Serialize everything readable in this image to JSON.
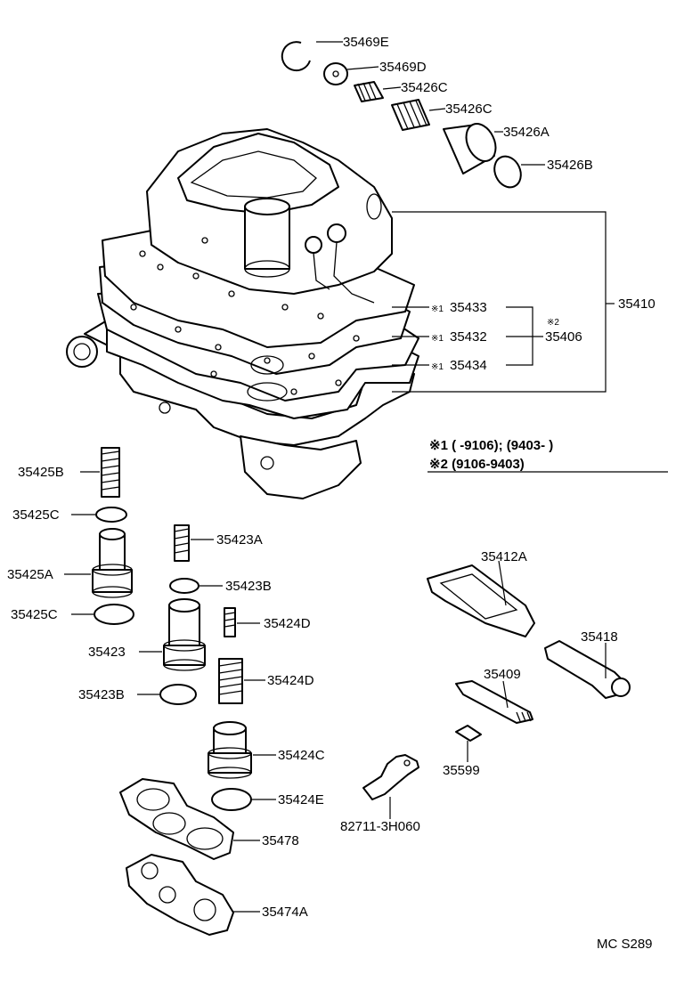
{
  "labels": {
    "p35469E": "35469E",
    "p35469D": "35469D",
    "p35426C_1": "35426C",
    "p35426C_2": "35426C",
    "p35426A": "35426A",
    "p35426B": "35426B",
    "p35410": "35410",
    "p35433": "35433",
    "p35432": "35432",
    "p35434": "35434",
    "p35406": "35406",
    "p35425B": "35425B",
    "p35425C_1": "35425C",
    "p35425A": "35425A",
    "p35425C_2": "35425C",
    "p35423A": "35423A",
    "p35423B_1": "35423B",
    "p35424D_1": "35424D",
    "p35423": "35423",
    "p35424D_2": "35424D",
    "p35423B_2": "35423B",
    "p35424C": "35424C",
    "p35424E": "35424E",
    "p35478": "35478",
    "p35474A": "35474A",
    "p35412A": "35412A",
    "p35418": "35418",
    "p35409": "35409",
    "p35599": "35599",
    "p82711": "82711-3H060"
  },
  "marks": {
    "m1": "※1",
    "m2": "※2"
  },
  "notes": {
    "note1": "※1 (        -9106); (9403-          )",
    "note2": "※2 (9106-9403)"
  },
  "footer": {
    "code": "MC S289"
  }
}
